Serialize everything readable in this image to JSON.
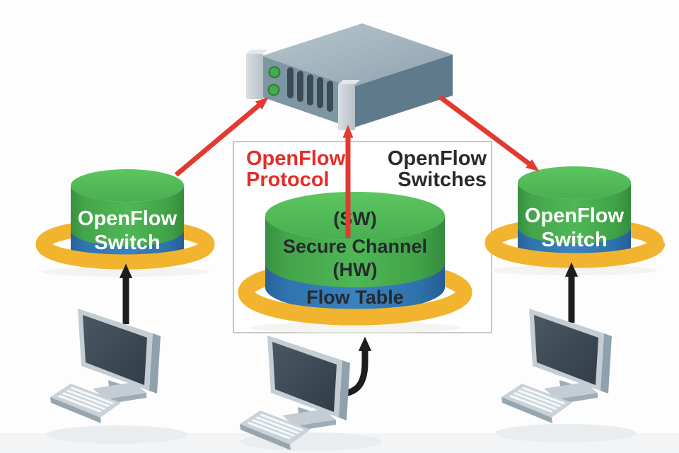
{
  "labels": {
    "protocol_line1": "OpenFlow",
    "protocol_line2": "Protocol",
    "switches_line1": "OpenFlow",
    "switches_line2": "Switches",
    "left_switch_line1": "OpenFlow",
    "left_switch_line2": "Switch",
    "right_switch_line1": "OpenFlow",
    "right_switch_line2": "Switch",
    "center_sw": "(SW)",
    "center_channel": "Secure Channel",
    "center_hw": "(HW)",
    "center_flow_table": "Flow Table"
  },
  "colors": {
    "switch_green": "#4fb555",
    "switch_green_top": "#53bc57",
    "switch_blue": "#3579b4",
    "ring_yellow": "#f2b42e",
    "arrow_red": "#e23a31",
    "protocol_text_red": "#e22e28",
    "switches_text_dark": "#2a2a2a",
    "arrow_black": "#1d1d1d",
    "server_gray_top": "#9fb1bb",
    "server_gray_front": "#7e95a2",
    "server_gray_side": "#5f7b8b",
    "box_border": "#b5b5b5",
    "background": "#fdfdfd"
  }
}
